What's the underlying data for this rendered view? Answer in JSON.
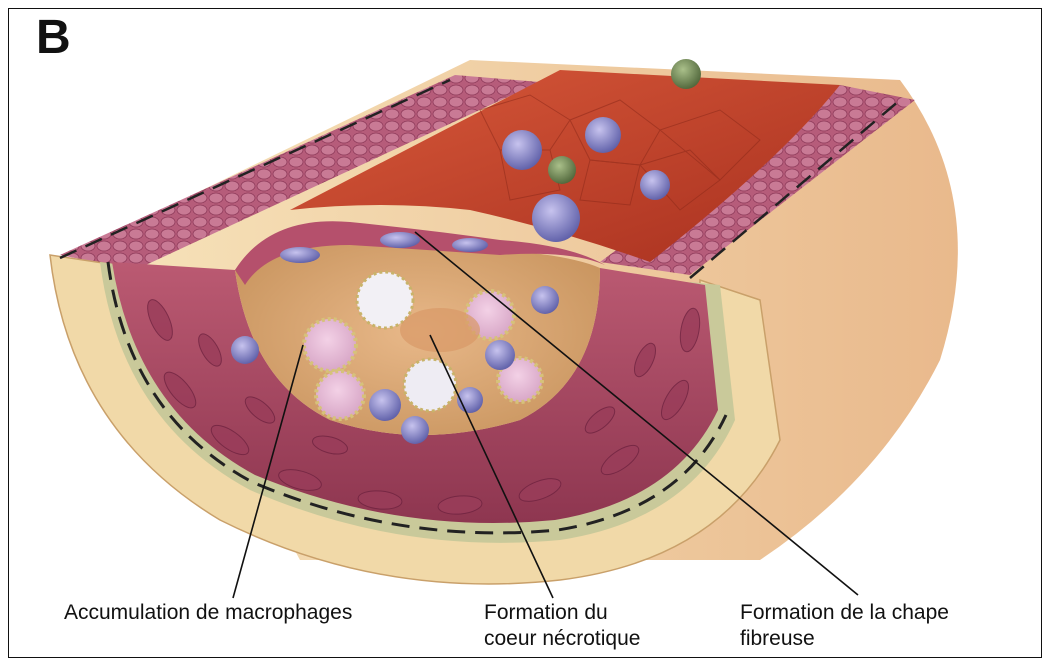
{
  "panel": {
    "letter": "B"
  },
  "labels": {
    "macrophages": "Accumulation de macrophages",
    "necrotic_line1": "Formation du",
    "necrotic_line2": "coeur nécrotique",
    "cap_line1": "Formation de la chape",
    "cap_line2": "fibreuse"
  },
  "colors": {
    "lumen": "#c8442c",
    "muscle": "#a8465e",
    "adventitia": "#f1d9a8",
    "elastic_band": "#c9c99a",
    "plaque": "#d9b27a",
    "leukocyte": "#7e7fc4",
    "monocyte": "#6f8a55"
  }
}
